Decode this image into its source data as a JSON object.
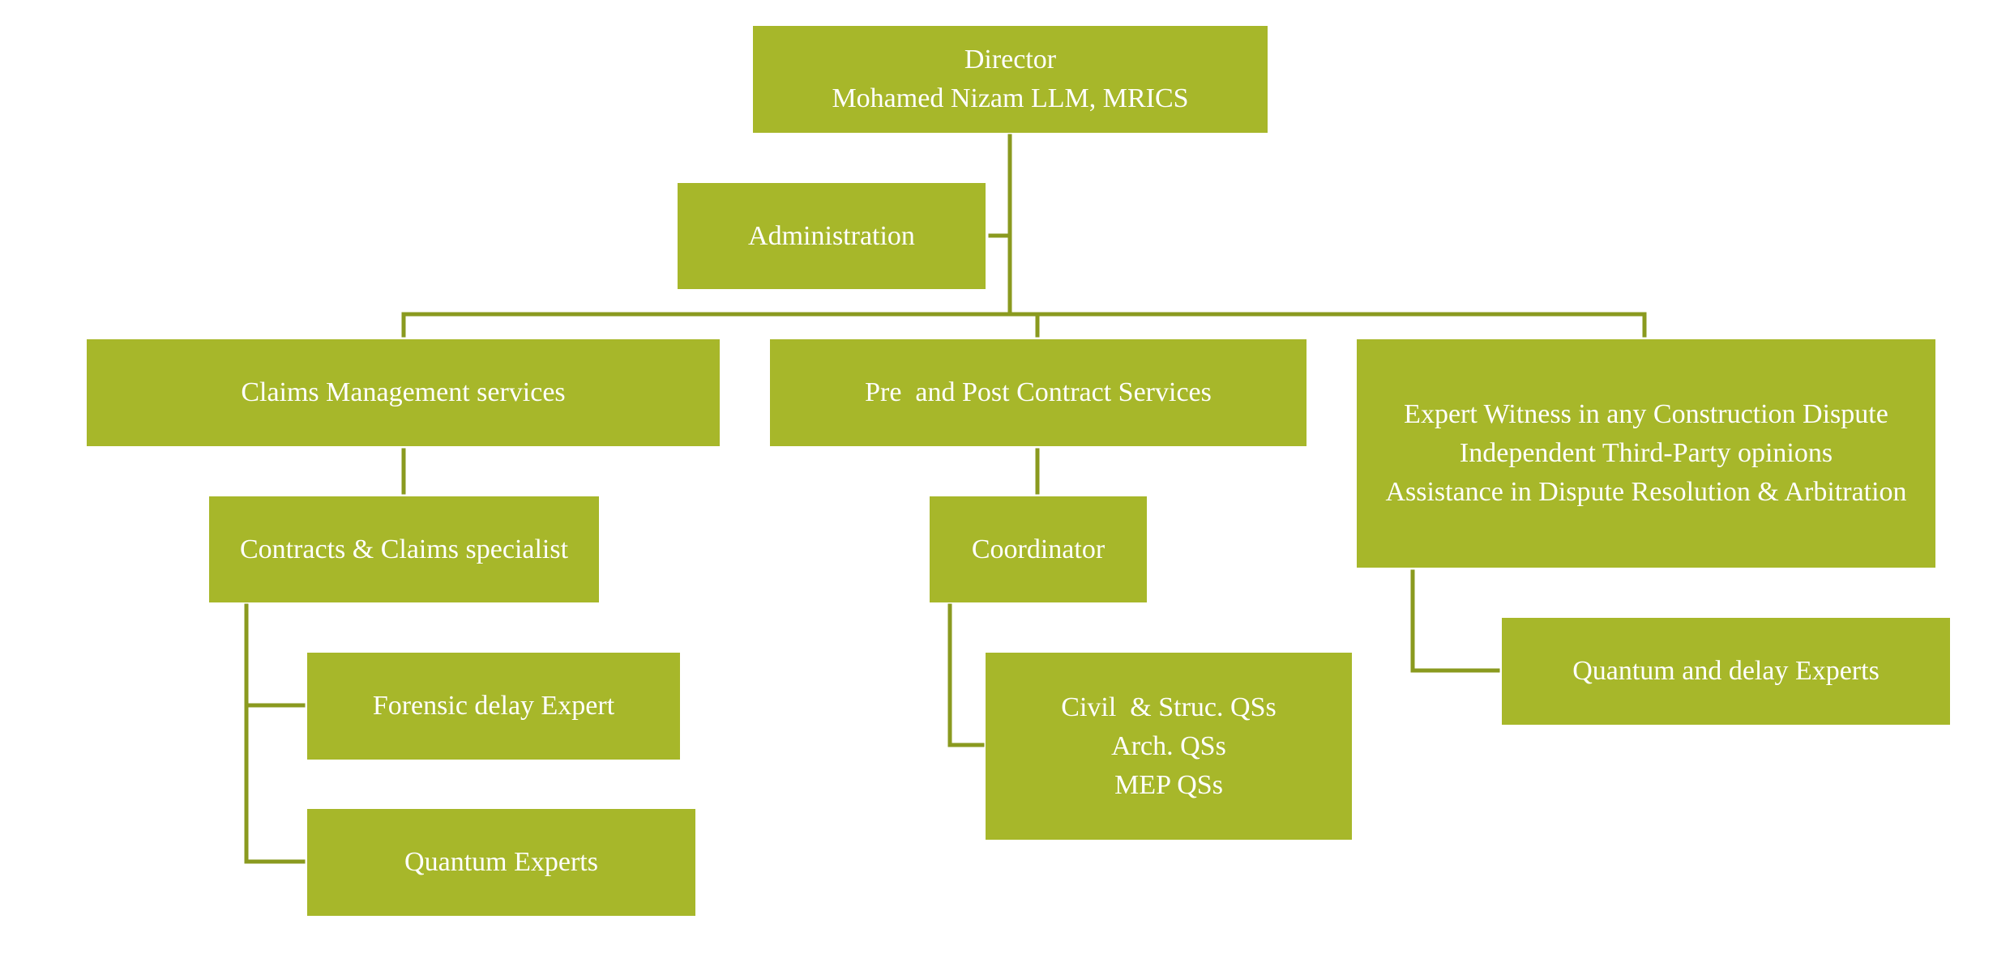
{
  "chart": {
    "colors": {
      "box_fill": "#a7b72a",
      "connector": "#8a9a1f",
      "text": "#ffffff",
      "background": "#ffffff"
    },
    "director": {
      "title": "Director",
      "name": "Mohamed Nizam LLM, MRICS"
    },
    "administration": {
      "label": "Administration"
    },
    "divisions": {
      "claims": {
        "label": "Claims Management services",
        "lead": "Contracts & Claims specialist",
        "members": [
          "Forensic delay Expert",
          "Quantum Experts"
        ]
      },
      "contract": {
        "label": "Pre  and Post Contract Services",
        "lead": "Coordinator",
        "members": [
          "Civil  & Struc. QSs",
          "Arch. QSs",
          "MEP QSs"
        ]
      },
      "expert": {
        "lines": [
          "Expert Witness in any Construction Dispute",
          "Independent Third-Party opinions",
          "Assistance in Dispute Resolution & Arbitration"
        ],
        "member": "Quantum and delay Experts"
      }
    }
  }
}
